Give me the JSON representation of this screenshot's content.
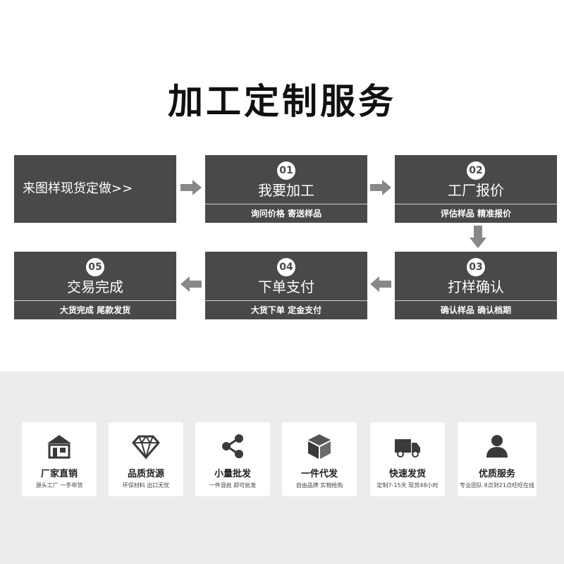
{
  "title": "加工定制服务",
  "colors": {
    "box": "#4a4848",
    "arrow": "#888888",
    "lower_bg": "#ececec"
  },
  "steps": [
    {
      "label": "来图样现货定做>>"
    },
    {
      "num": "01",
      "name": "我要加工",
      "sub": "询问价格  寄送样品"
    },
    {
      "num": "02",
      "name": "工厂报价",
      "sub": "评估样品  精准报价"
    },
    {
      "num": "03",
      "name": "打样确认",
      "sub": "确认样品  确认档期"
    },
    {
      "num": "04",
      "name": "下单支付",
      "sub": "大货下单  定金支付"
    },
    {
      "num": "05",
      "name": "交易完成",
      "sub": "大货完成    尾款发货"
    }
  ],
  "features": [
    {
      "icon": "factory-icon",
      "title": "厂家直销",
      "sub": "源头工厂  一手带货"
    },
    {
      "icon": "diamond-icon",
      "title": "品质货源",
      "sub": "环保材料  出口无忧"
    },
    {
      "icon": "share-icon",
      "title": "小量批发",
      "sub": "一件混批  即可批发"
    },
    {
      "icon": "box-icon",
      "title": "一件代发",
      "sub": "自由品牌  实物抢购"
    },
    {
      "icon": "truck-icon",
      "title": "快速发货",
      "sub": "定制7-15天 现货48小时"
    },
    {
      "icon": "person-icon",
      "title": "优质服务",
      "sub": "专业团队 8点到21点旺旺在线"
    }
  ]
}
